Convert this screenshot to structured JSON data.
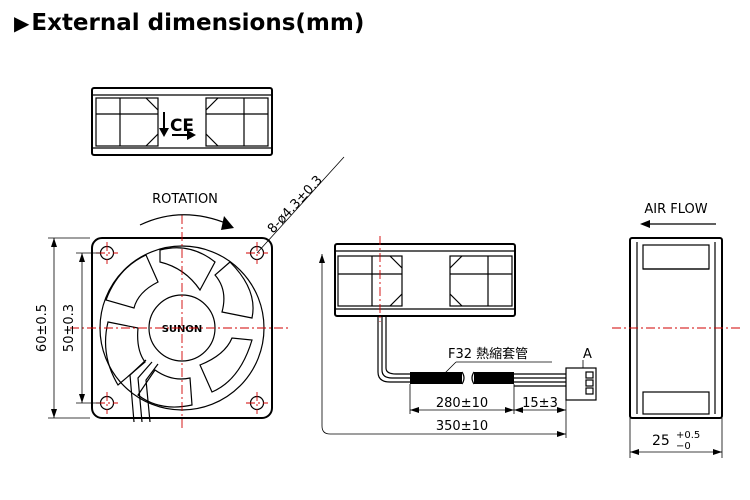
{
  "heading": {
    "marker": "▶",
    "text": "External dimensions(mm)"
  },
  "labels": {
    "rotation": "ROTATION",
    "air_flow": "AIR FLOW",
    "hole_spec": "8-ø4.3±0.3",
    "brand": "SUNON",
    "ce_mark": "CE",
    "tube": "F32 熱縮套管",
    "connector": "A"
  },
  "dimensions": {
    "outer": "60±0.5",
    "hole_pitch": "50±0.3",
    "lead_to_tube": "280±10",
    "tube_to_connector": "15±3",
    "total_lead": "350±10",
    "thickness_base": "25",
    "thickness_plus": "+0.5",
    "thickness_minus": "−0"
  }
}
